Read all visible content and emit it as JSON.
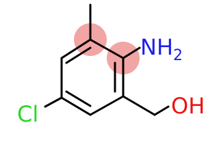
{
  "molecule": {
    "name": "",
    "atoms": {
      "cl": {
        "label": "Cl"
      },
      "nh2": {
        "label": "NH",
        "sub": "2"
      },
      "oh": {
        "label": "OH"
      }
    },
    "highlight_color": "#f2a5a5",
    "colors": {
      "bond": "#000000",
      "chlorine": "#2bd62b",
      "nitrogen": "#1f1fe6",
      "oxygen": "#ee1111"
    }
  }
}
